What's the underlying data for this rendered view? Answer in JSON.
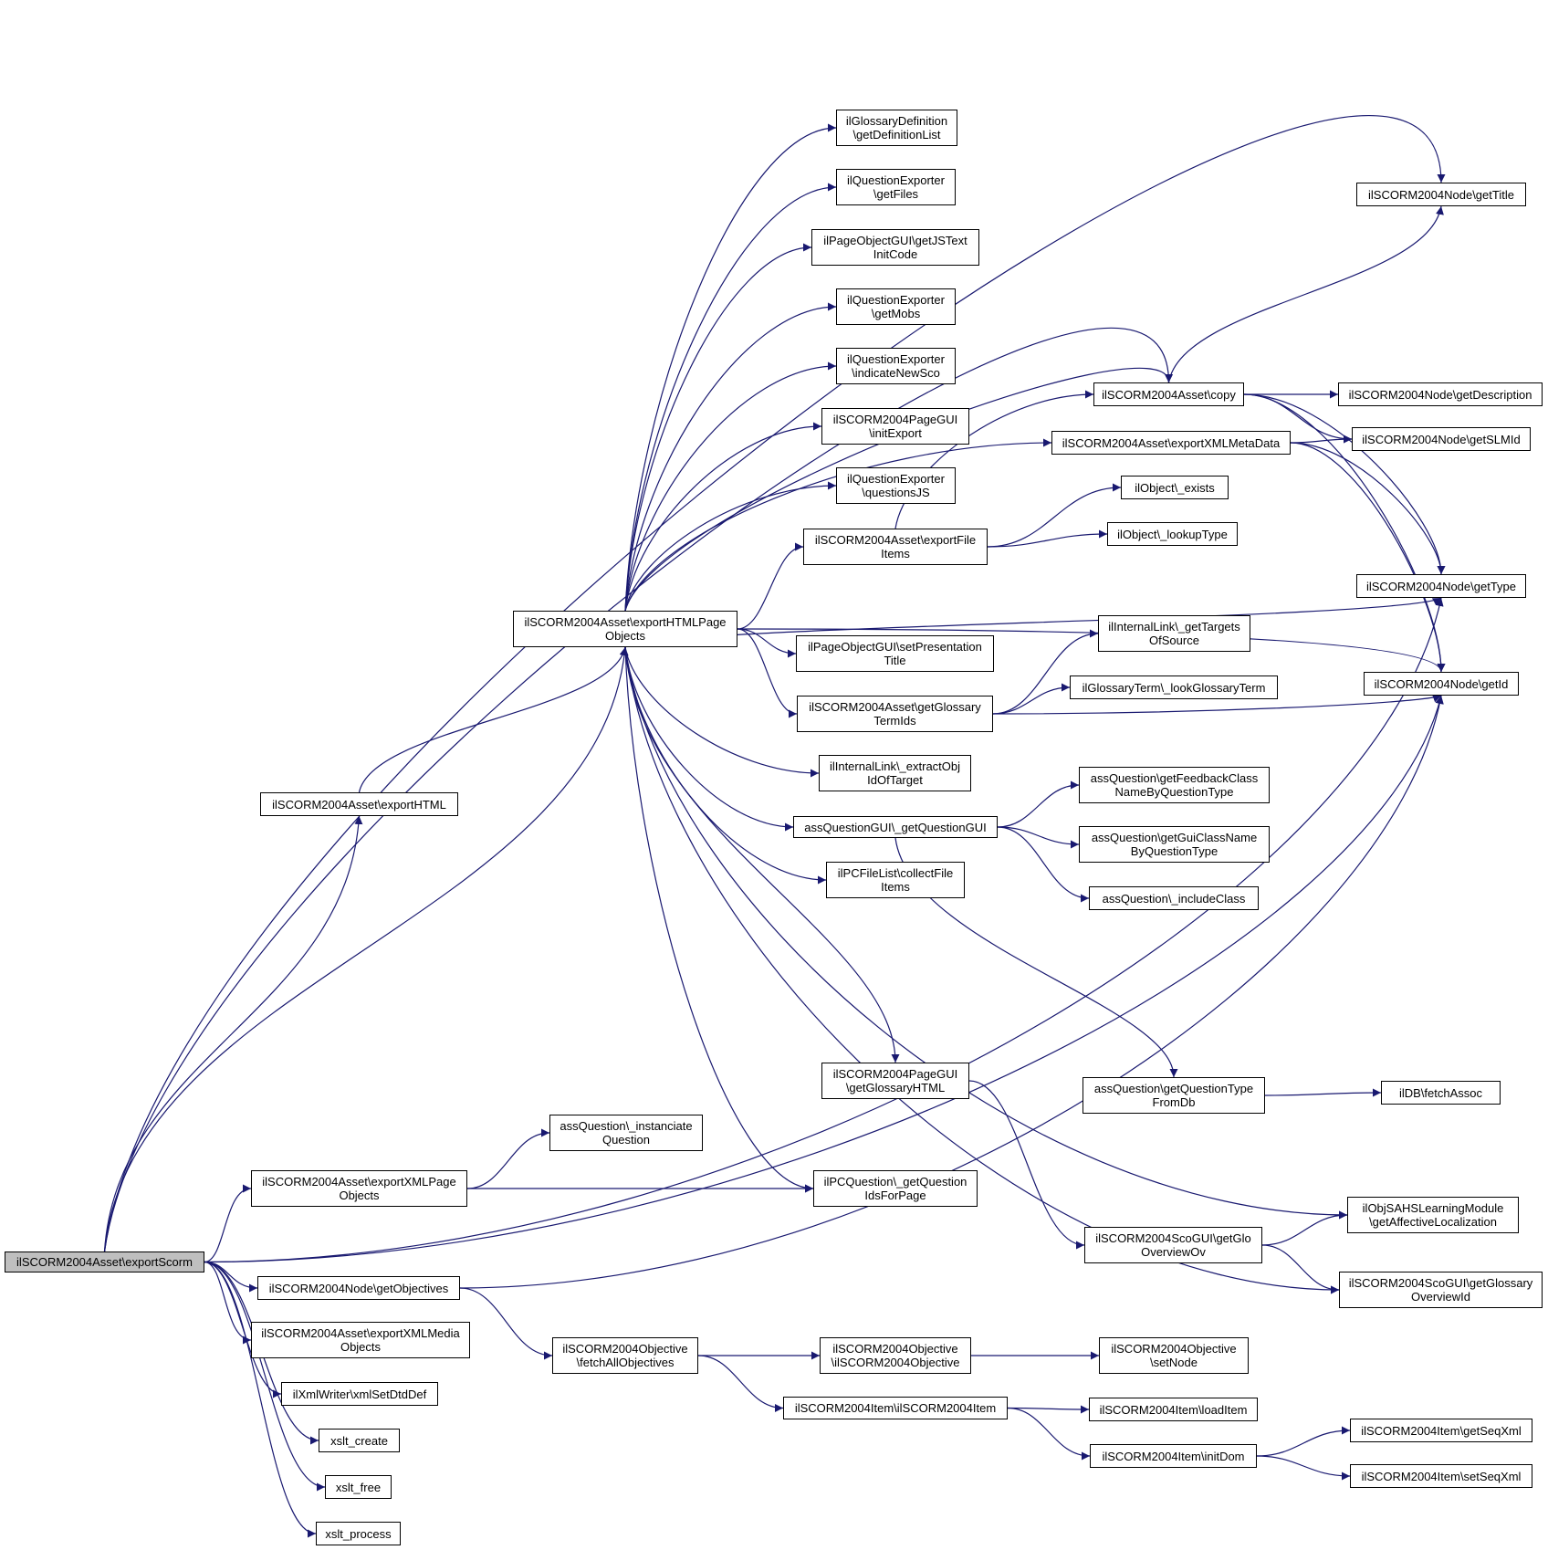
{
  "graph": {
    "edge_color": "#191970",
    "root_fill": "#bfbfbf",
    "nodes": [
      {
        "id": "root",
        "lines": [
          "ilSCORM2004Asset\\exportScorm"
        ],
        "root": true
      },
      {
        "id": "exportHTML",
        "lines": [
          "ilSCORM2004Asset\\exportHTML"
        ]
      },
      {
        "id": "exportHTMLPageObjects",
        "lines": [
          "ilSCORM2004Asset\\exportHTMLPage",
          "Objects"
        ]
      },
      {
        "id": "getDefinitionList",
        "lines": [
          "ilGlossaryDefinition",
          "\\getDefinitionList"
        ]
      },
      {
        "id": "qe_getFiles",
        "lines": [
          "ilQuestionExporter",
          "\\getFiles"
        ]
      },
      {
        "id": "getJSTextInitCode",
        "lines": [
          "ilPageObjectGUI\\getJSText",
          "InitCode"
        ]
      },
      {
        "id": "qe_getMobs",
        "lines": [
          "ilQuestionExporter",
          "\\getMobs"
        ]
      },
      {
        "id": "qe_indicateNewSco",
        "lines": [
          "ilQuestionExporter",
          "\\indicateNewSco"
        ]
      },
      {
        "id": "pg_initExport",
        "lines": [
          "ilSCORM2004PageGUI",
          "\\initExport"
        ]
      },
      {
        "id": "qe_questionsJS",
        "lines": [
          "ilQuestionExporter",
          "\\questionsJS"
        ]
      },
      {
        "id": "exportFileItems",
        "lines": [
          "ilSCORM2004Asset\\exportFile",
          "Items"
        ]
      },
      {
        "id": "setPresentationTitle",
        "lines": [
          "ilPageObjectGUI\\setPresentation",
          "Title"
        ]
      },
      {
        "id": "getGlossaryTermIds",
        "lines": [
          "ilSCORM2004Asset\\getGlossary",
          "TermIds"
        ]
      },
      {
        "id": "extractObjIdOfTarget",
        "lines": [
          "ilInternalLink\\_extractObj",
          "IdOfTarget"
        ]
      },
      {
        "id": "getQuestionGUI",
        "lines": [
          "assQuestionGUI\\_getQuestionGUI"
        ]
      },
      {
        "id": "collectFileItems",
        "lines": [
          "ilPCFileList\\collectFile",
          "Items"
        ]
      },
      {
        "id": "pg_getGlossaryHTML",
        "lines": [
          "ilSCORM2004PageGUI",
          "\\getGlossaryHTML"
        ]
      },
      {
        "id": "instanciateQuestion",
        "lines": [
          "assQuestion\\_instanciate",
          "Question"
        ]
      },
      {
        "id": "getQuestionIdsForPage",
        "lines": [
          "ilPCQuestion\\_getQuestion",
          "IdsForPage"
        ]
      },
      {
        "id": "exportXMLPageObjects",
        "lines": [
          "ilSCORM2004Asset\\exportXMLPage",
          "Objects"
        ]
      },
      {
        "id": "getObjectives",
        "lines": [
          "ilSCORM2004Node\\getObjectives"
        ]
      },
      {
        "id": "exportXMLMediaObjects",
        "lines": [
          "ilSCORM2004Asset\\exportXMLMedia",
          "Objects"
        ]
      },
      {
        "id": "xmlSetDtdDef",
        "lines": [
          "ilXmlWriter\\xmlSetDtdDef"
        ]
      },
      {
        "id": "xslt_create",
        "lines": [
          "xslt_create"
        ]
      },
      {
        "id": "xslt_free",
        "lines": [
          "xslt_free"
        ]
      },
      {
        "id": "xslt_process",
        "lines": [
          "xslt_process"
        ]
      },
      {
        "id": "fetchAllObjectives",
        "lines": [
          "ilSCORM2004Objective",
          "\\fetchAllObjectives"
        ]
      },
      {
        "id": "objCtor",
        "lines": [
          "ilSCORM2004Objective",
          "\\ilSCORM2004Objective"
        ]
      },
      {
        "id": "itemCtor",
        "lines": [
          "ilSCORM2004Item\\ilSCORM2004Item"
        ]
      },
      {
        "id": "copy",
        "lines": [
          "ilSCORM2004Asset\\copy"
        ]
      },
      {
        "id": "exportXMLMetaData",
        "lines": [
          "ilSCORM2004Asset\\exportXMLMetaData"
        ]
      },
      {
        "id": "exists",
        "lines": [
          "ilObject\\_exists"
        ]
      },
      {
        "id": "lookupType",
        "lines": [
          "ilObject\\_lookupType"
        ]
      },
      {
        "id": "getTargetsOfSource",
        "lines": [
          "ilInternalLink\\_getTargets",
          "OfSource"
        ]
      },
      {
        "id": "lookGlossaryTerm",
        "lines": [
          "ilGlossaryTerm\\_lookGlossaryTerm"
        ]
      },
      {
        "id": "getFeedbackClassName",
        "lines": [
          "assQuestion\\getFeedbackClass",
          "NameByQuestionType"
        ]
      },
      {
        "id": "getGuiClassName",
        "lines": [
          "assQuestion\\getGuiClassName",
          "ByQuestionType"
        ]
      },
      {
        "id": "includeClass",
        "lines": [
          "assQuestion\\_includeClass"
        ]
      },
      {
        "id": "getQuestionTypeFromDb",
        "lines": [
          "assQuestion\\getQuestionType",
          "FromDb"
        ]
      },
      {
        "id": "getGloOverviewOv",
        "lines": [
          "ilSCORM2004ScoGUI\\getGlo",
          "OverviewOv"
        ]
      },
      {
        "id": "setNode",
        "lines": [
          "ilSCORM2004Objective",
          "\\setNode"
        ]
      },
      {
        "id": "loadItem",
        "lines": [
          "ilSCORM2004Item\\loadItem"
        ]
      },
      {
        "id": "initDom",
        "lines": [
          "ilSCORM2004Item\\initDom"
        ]
      },
      {
        "id": "getTitle",
        "lines": [
          "ilSCORM2004Node\\getTitle"
        ]
      },
      {
        "id": "getDescription",
        "lines": [
          "ilSCORM2004Node\\getDescription"
        ]
      },
      {
        "id": "getSLMId",
        "lines": [
          "ilSCORM2004Node\\getSLMId"
        ]
      },
      {
        "id": "getType",
        "lines": [
          "ilSCORM2004Node\\getType"
        ]
      },
      {
        "id": "getId",
        "lines": [
          "ilSCORM2004Node\\getId"
        ]
      },
      {
        "id": "fetchAssoc",
        "lines": [
          "ilDB\\fetchAssoc"
        ]
      },
      {
        "id": "getAffectiveLocalization",
        "lines": [
          "ilObjSAHSLearningModule",
          "\\getAffectiveLocalization"
        ]
      },
      {
        "id": "getGlossaryOverviewId",
        "lines": [
          "ilSCORM2004ScoGUI\\getGlossary",
          "OverviewId"
        ]
      },
      {
        "id": "getSeqXml",
        "lines": [
          "ilSCORM2004Item\\getSeqXml"
        ]
      },
      {
        "id": "setSeqXml",
        "lines": [
          "ilSCORM2004Item\\setSeqXml"
        ]
      }
    ],
    "edges": [
      [
        "root",
        "exportHTML"
      ],
      [
        "root",
        "exportHTMLPageObjects"
      ],
      [
        "root",
        "copy"
      ],
      [
        "root",
        "getTitle"
      ],
      [
        "root",
        "getType"
      ],
      [
        "root",
        "getId"
      ],
      [
        "root",
        "exportXMLPageObjects"
      ],
      [
        "root",
        "getObjectives"
      ],
      [
        "root",
        "exportXMLMediaObjects"
      ],
      [
        "root",
        "xmlSetDtdDef"
      ],
      [
        "root",
        "xslt_create"
      ],
      [
        "root",
        "xslt_free"
      ],
      [
        "root",
        "xslt_process"
      ],
      [
        "exportHTML",
        "exportHTMLPageObjects"
      ],
      [
        "exportHTMLPageObjects",
        "getDefinitionList"
      ],
      [
        "exportHTMLPageObjects",
        "qe_getFiles"
      ],
      [
        "exportHTMLPageObjects",
        "getJSTextInitCode"
      ],
      [
        "exportHTMLPageObjects",
        "qe_getMobs"
      ],
      [
        "exportHTMLPageObjects",
        "qe_indicateNewSco"
      ],
      [
        "exportHTMLPageObjects",
        "pg_initExport"
      ],
      [
        "exportHTMLPageObjects",
        "qe_questionsJS"
      ],
      [
        "exportHTMLPageObjects",
        "exportFileItems"
      ],
      [
        "exportHTMLPageObjects",
        "setPresentationTitle"
      ],
      [
        "exportHTMLPageObjects",
        "getGlossaryTermIds"
      ],
      [
        "exportHTMLPageObjects",
        "extractObjIdOfTarget"
      ],
      [
        "exportHTMLPageObjects",
        "getQuestionGUI"
      ],
      [
        "exportHTMLPageObjects",
        "collectFileItems"
      ],
      [
        "exportHTMLPageObjects",
        "pg_getGlossaryHTML"
      ],
      [
        "exportHTMLPageObjects",
        "getQuestionIdsForPage"
      ],
      [
        "exportHTMLPageObjects",
        "copy"
      ],
      [
        "exportHTMLPageObjects",
        "exportXMLMetaData"
      ],
      [
        "exportHTMLPageObjects",
        "getId"
      ],
      [
        "exportHTMLPageObjects",
        "getType"
      ],
      [
        "exportHTMLPageObjects",
        "getAffectiveLocalization"
      ],
      [
        "exportHTMLPageObjects",
        "getGlossaryOverviewId"
      ],
      [
        "exportFileItems",
        "exists"
      ],
      [
        "exportFileItems",
        "lookupType"
      ],
      [
        "exportFileItems",
        "copy"
      ],
      [
        "getGlossaryTermIds",
        "getTargetsOfSource"
      ],
      [
        "getGlossaryTermIds",
        "lookGlossaryTerm"
      ],
      [
        "getGlossaryTermIds",
        "getId"
      ],
      [
        "getQuestionGUI",
        "getFeedbackClassName"
      ],
      [
        "getQuestionGUI",
        "getGuiClassName"
      ],
      [
        "getQuestionGUI",
        "includeClass"
      ],
      [
        "getQuestionGUI",
        "getQuestionTypeFromDb"
      ],
      [
        "getQuestionTypeFromDb",
        "fetchAssoc"
      ],
      [
        "pg_getGlossaryHTML",
        "getGloOverviewOv"
      ],
      [
        "getGloOverviewOv",
        "getAffectiveLocalization"
      ],
      [
        "getGloOverviewOv",
        "getGlossaryOverviewId"
      ],
      [
        "exportXMLPageObjects",
        "instanciateQuestion"
      ],
      [
        "exportXMLPageObjects",
        "getQuestionIdsForPage"
      ],
      [
        "getObjectives",
        "fetchAllObjectives"
      ],
      [
        "getObjectives",
        "getId"
      ],
      [
        "fetchAllObjectives",
        "objCtor"
      ],
      [
        "fetchAllObjectives",
        "itemCtor"
      ],
      [
        "objCtor",
        "setNode"
      ],
      [
        "itemCtor",
        "loadItem"
      ],
      [
        "itemCtor",
        "initDom"
      ],
      [
        "initDom",
        "getSeqXml"
      ],
      [
        "initDom",
        "setSeqXml"
      ],
      [
        "copy",
        "getTitle"
      ],
      [
        "copy",
        "getDescription"
      ],
      [
        "copy",
        "getSLMId"
      ],
      [
        "copy",
        "getType"
      ],
      [
        "copy",
        "getId"
      ],
      [
        "exportXMLMetaData",
        "getSLMId"
      ],
      [
        "exportXMLMetaData",
        "getType"
      ],
      [
        "exportXMLMetaData",
        "getId"
      ]
    ]
  }
}
